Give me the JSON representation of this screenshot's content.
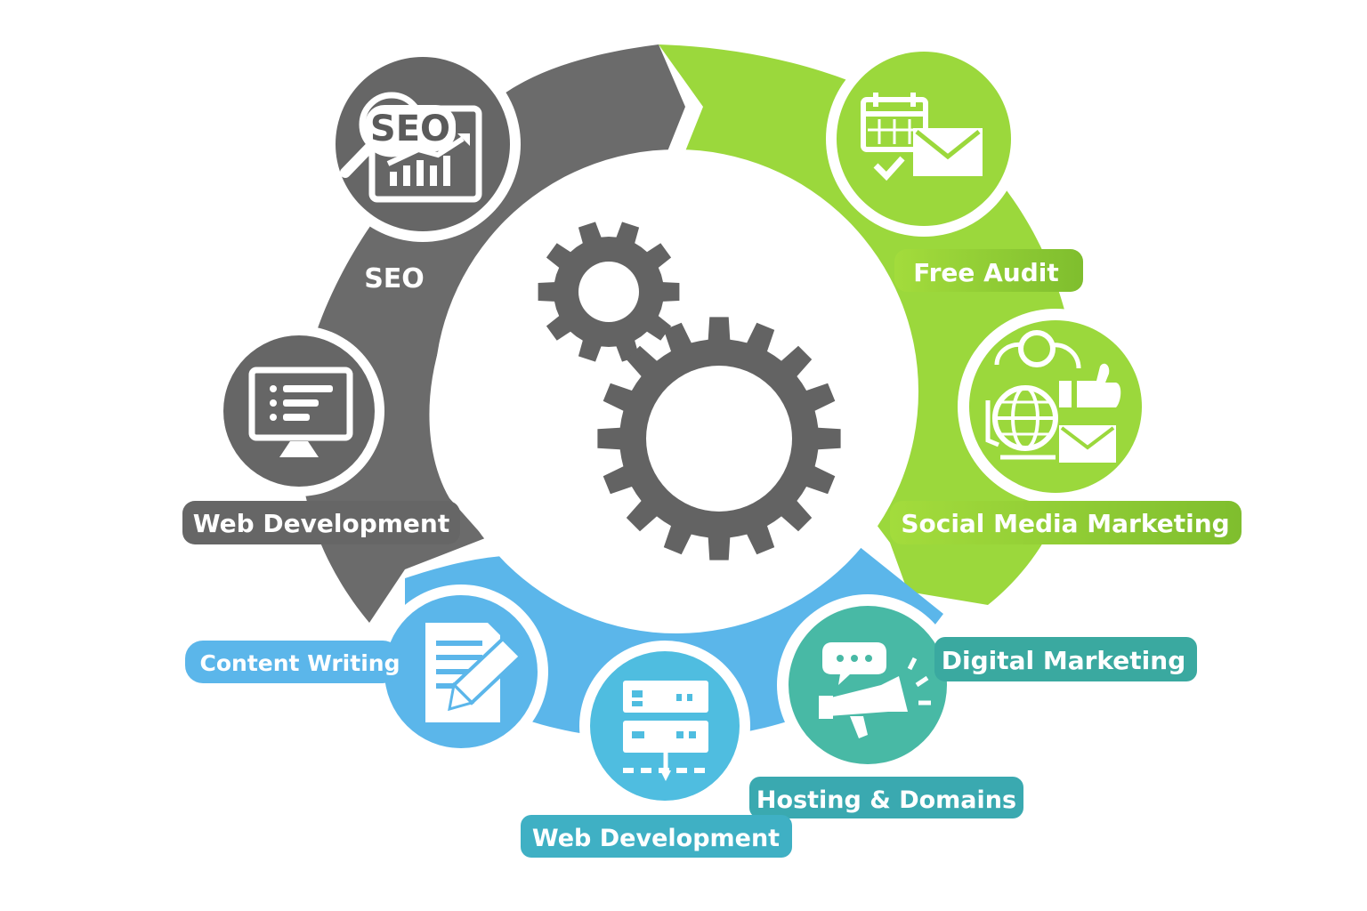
{
  "diagram": {
    "segments": {
      "gray": {
        "color": "#6b6b6b"
      },
      "green": {
        "color": "#9bd83c"
      },
      "blue": {
        "color": "#5bb6ea"
      }
    },
    "gears": {
      "color": "#636363"
    },
    "labels": {
      "seo": "SEO",
      "web_development_left": "Web Development",
      "free_audit": "Free Audit",
      "social_media_marketing": "Social Media Marketing",
      "content_writing": "Content Writing",
      "digital_marketing": "Digital Marketing",
      "hosting_domains": "Hosting & Domains",
      "web_development_bottom": "Web Development"
    },
    "icon_text": {
      "seo_badge": "SEO"
    },
    "icons": [
      "seo-analytics-icon",
      "monitor-list-icon",
      "calendar-email-icon",
      "social-globe-icon",
      "document-pen-icon",
      "server-network-icon",
      "megaphone-chat-icon",
      "gears-icon"
    ]
  }
}
